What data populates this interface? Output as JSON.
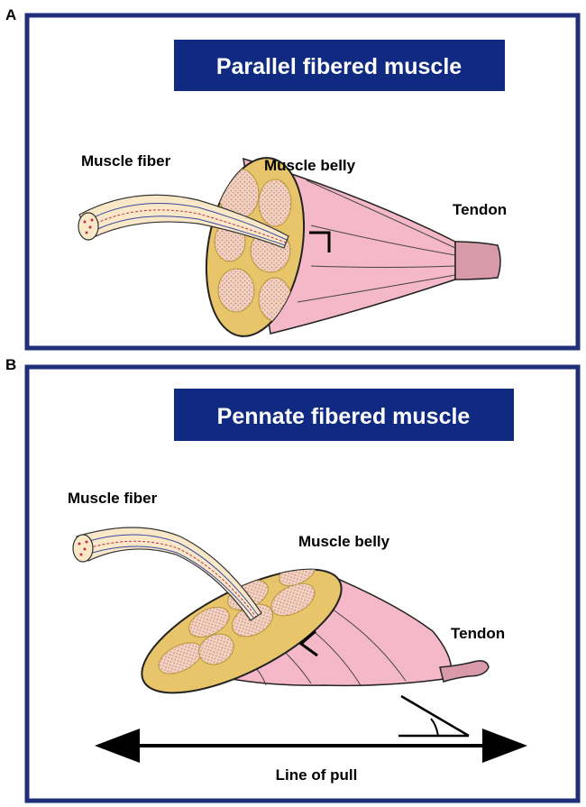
{
  "panel_a": {
    "letter": "A",
    "title": "Parallel fibered muscle",
    "labels": {
      "fiber": "Muscle fiber",
      "belly": "Muscle belly",
      "tendon": "Tendon"
    }
  },
  "panel_b": {
    "letter": "B",
    "title": "Pennate fibered muscle",
    "labels": {
      "fiber": "Muscle fiber",
      "belly": "Muscle belly",
      "tendon": "Tendon",
      "line_of_pull": "Line of pull"
    }
  },
  "colors": {
    "frame": "#1f2f7a",
    "title_bg": "#0f2a80",
    "title_text": "#ffffff",
    "muscle_pink": "#f4b8c8",
    "tendon_pink": "#d89aa8",
    "fascicle_gold": "#e8c56a",
    "fiber_cream": "#f8e8c8",
    "fiber_red": "#c0304a",
    "fiber_blue": "#3a4aa0"
  }
}
